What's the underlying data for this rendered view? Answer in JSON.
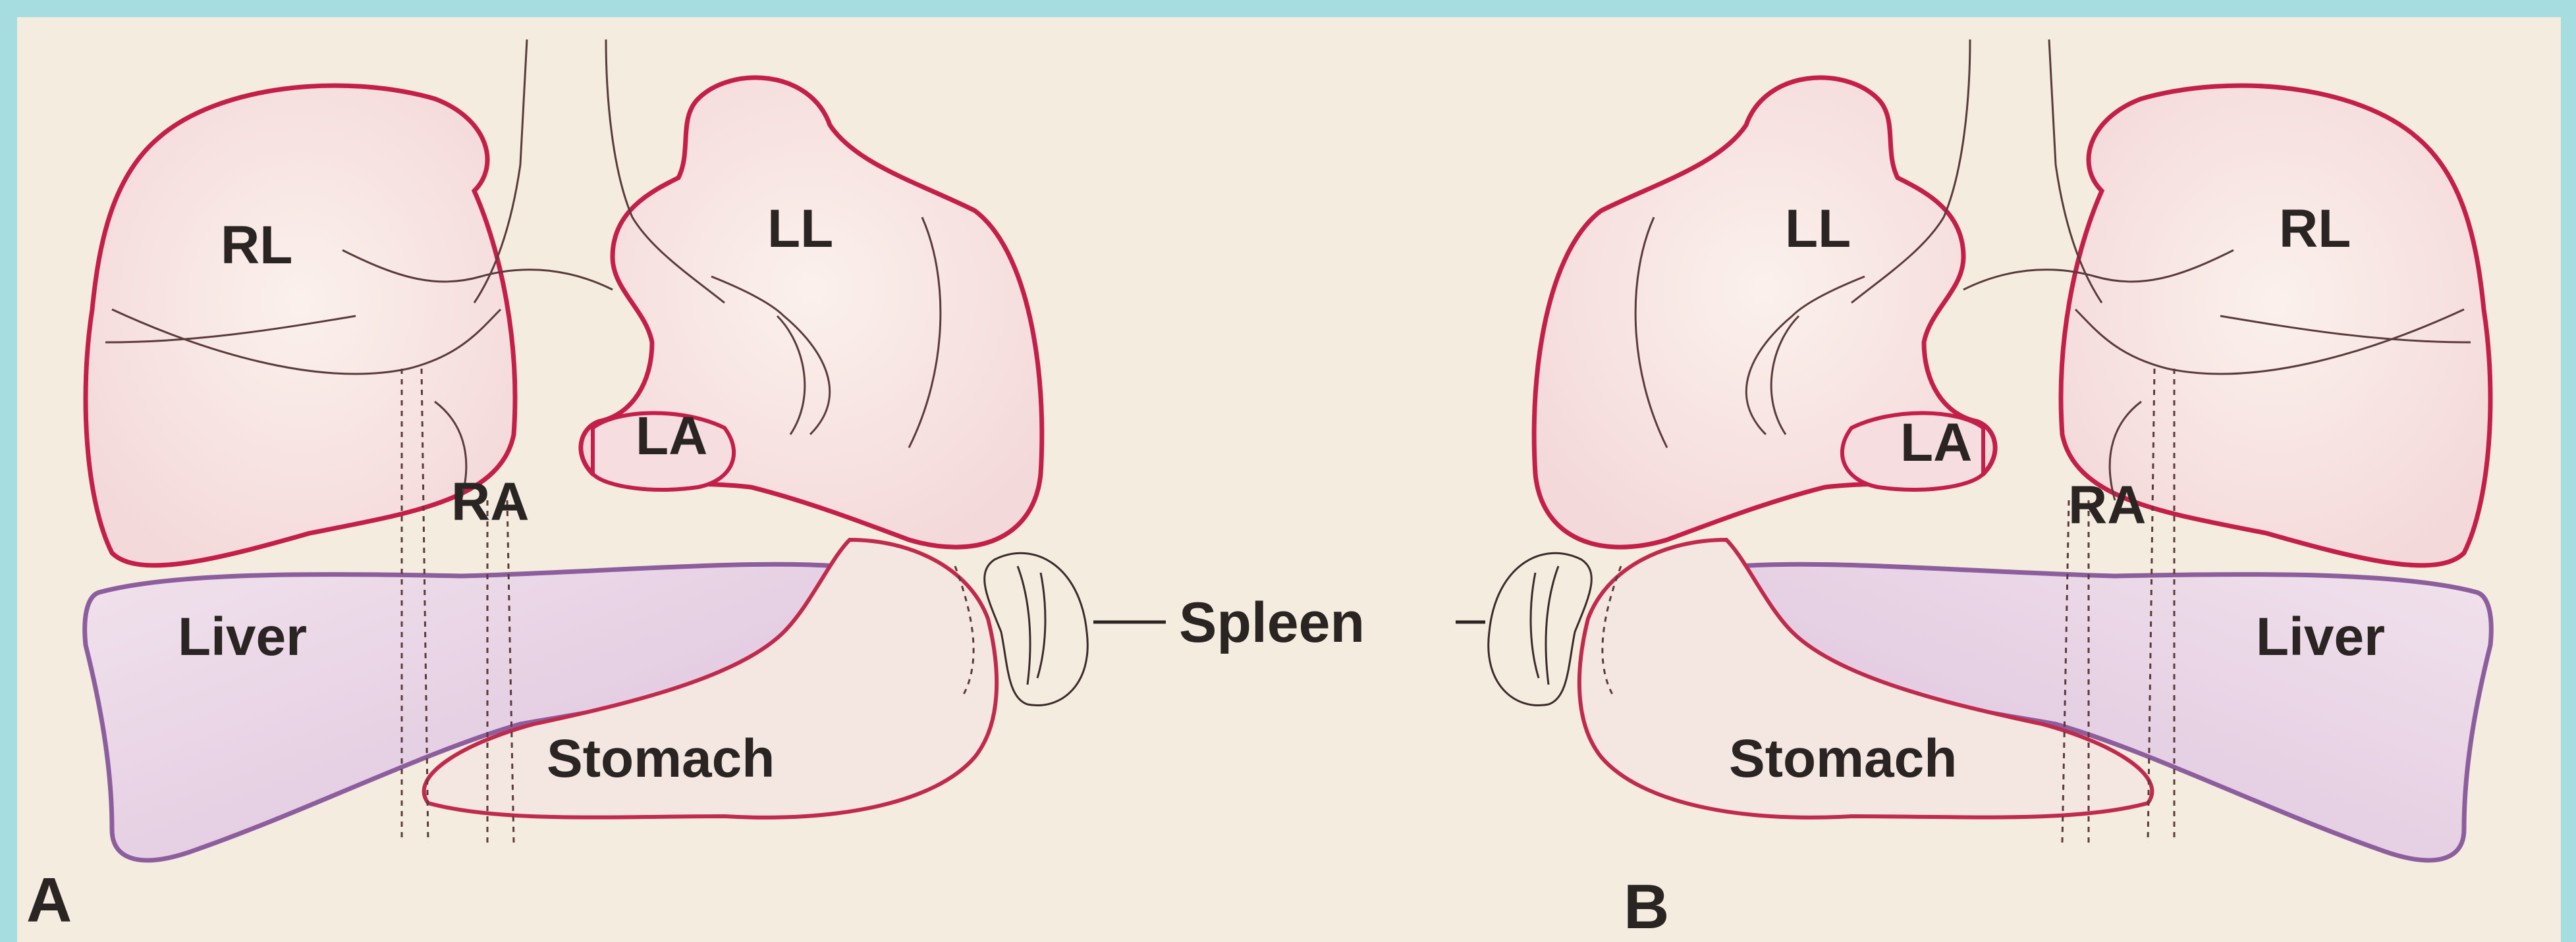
{
  "colors": {
    "frame": "#a6dde0",
    "paper": "#f4ecde",
    "lung_outline": "#c41f49",
    "lung_fill": "#f8e6e2",
    "liver_fill": "#e9d4e6",
    "liver_outline": "#8d5e9e",
    "stomach_outline": "#c02a4c",
    "thin_line": "#5a3b3b"
  },
  "panel_a": {
    "panel_letter": "A",
    "right_lung": "RL",
    "left_lung": "LL",
    "left_atrium": "LA",
    "right_atrium": "RA",
    "liver": "Liver",
    "stomach": "Stomach"
  },
  "panel_b": {
    "panel_letter": "B",
    "right_lung": "RL",
    "left_lung": "LL",
    "left_atrium": "LA",
    "right_atrium": "RA",
    "liver": "Liver",
    "stomach": "Stomach"
  },
  "shared": {
    "spleen": "Spleen"
  }
}
